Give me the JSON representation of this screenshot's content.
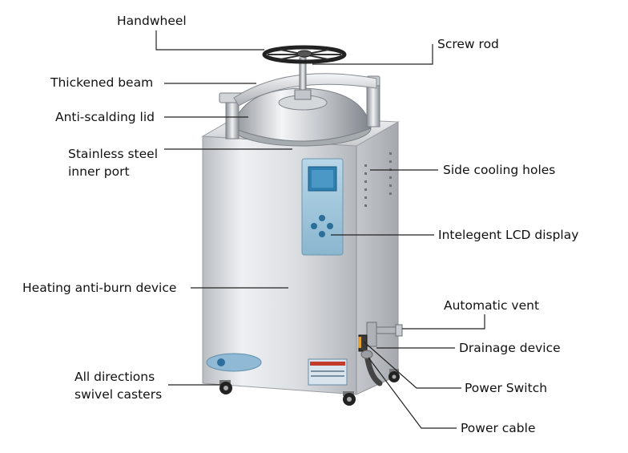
{
  "labels": {
    "handwheel": "Handwheel",
    "screw_rod": "Screw rod",
    "thickened_beam": "Thickened beam",
    "anti_scalding_lid": "Anti-scalding lid",
    "inner_port_line1": "Stainless steel",
    "inner_port_line2": "inner port",
    "side_cooling_holes": "Side cooling holes",
    "lcd_display": "Intelegent LCD display",
    "heating_device": "Heating anti-burn device",
    "automatic_vent": "Automatic vent",
    "drainage_device": "Drainage device",
    "casters_line1": "All directions",
    "casters_line2": "swivel casters",
    "power_switch": "Power Switch",
    "power_cable": "Power cable"
  },
  "colors": {
    "steel_light": "#e4e6e8",
    "steel_mid": "#c9ccd0",
    "steel_dark": "#9da2a8",
    "panel_blue": "#9fc6dc",
    "lcd_screen": "#2f7fb0",
    "leader_line": "#222222"
  }
}
